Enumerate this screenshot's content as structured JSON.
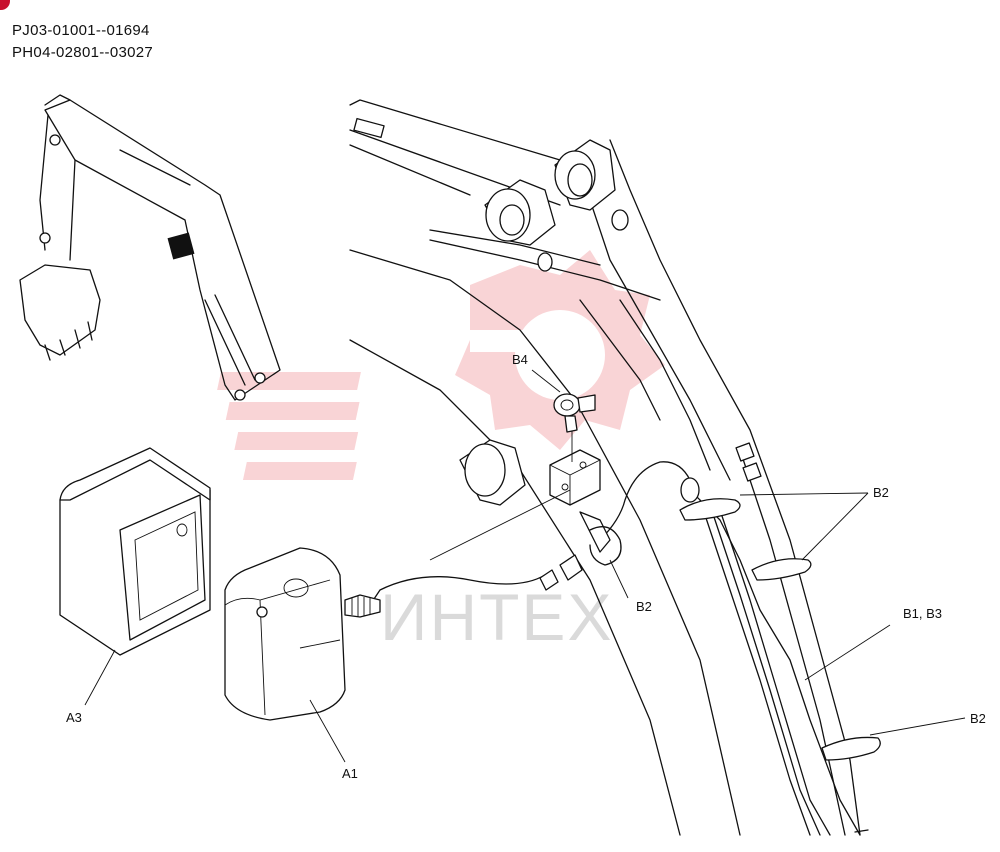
{
  "serials": [
    "PJ03-01001--01694",
    "PH04-02801--03027"
  ],
  "watermark": {
    "text": "ИНТЕХ",
    "color": "#f2a0a3"
  },
  "accent_color": "#c8102e",
  "callouts": {
    "b4": "B4",
    "b2_top": "B2",
    "b2_mid": "B2",
    "b1b3": "B1, B3",
    "b2_bottom": "B2",
    "a3": "A3",
    "a1": "A1"
  }
}
